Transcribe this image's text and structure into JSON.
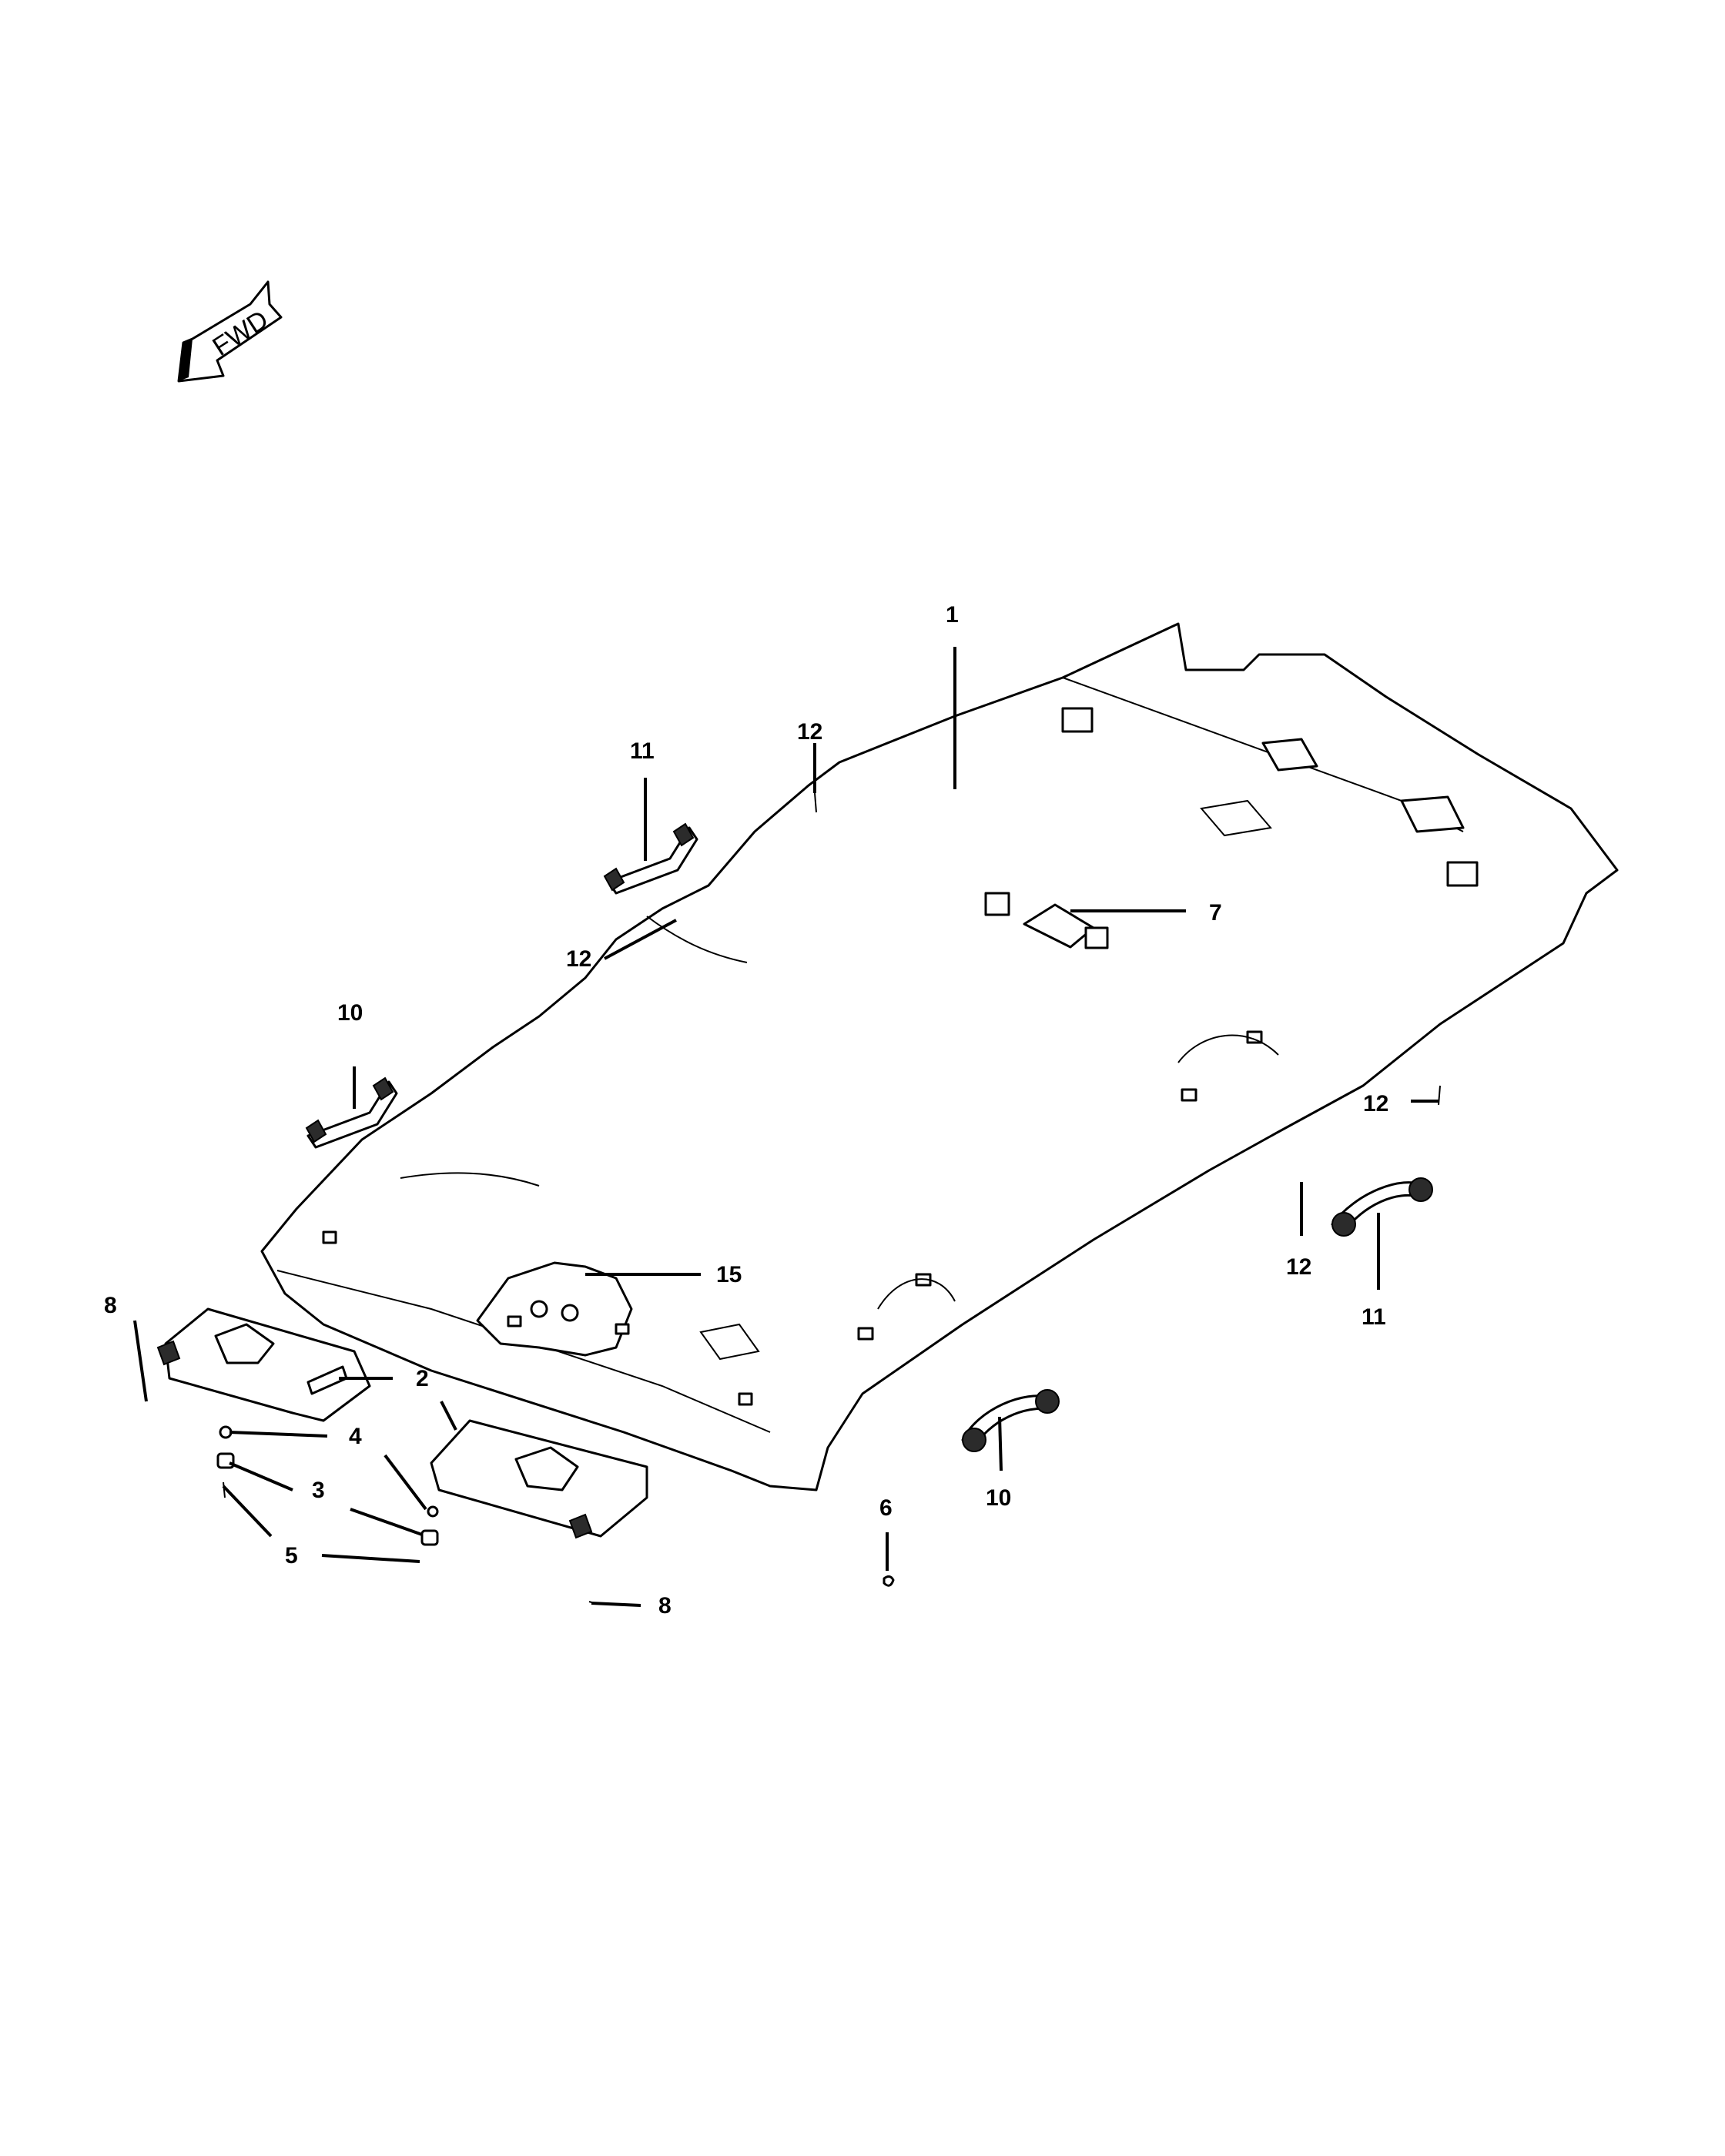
{
  "direction_label": "FWD",
  "callouts": {
    "c1": "1",
    "c2": "2",
    "c3": "3",
    "c4": "4",
    "c5": "5",
    "c6": "6",
    "c7": "7",
    "c8a": "8",
    "c8b": "8",
    "c10a": "10",
    "c10b": "10",
    "c11a": "11",
    "c11b": "11",
    "c12a": "12",
    "c12b": "12",
    "c12c": "12",
    "c12d": "12",
    "c15": "15"
  }
}
